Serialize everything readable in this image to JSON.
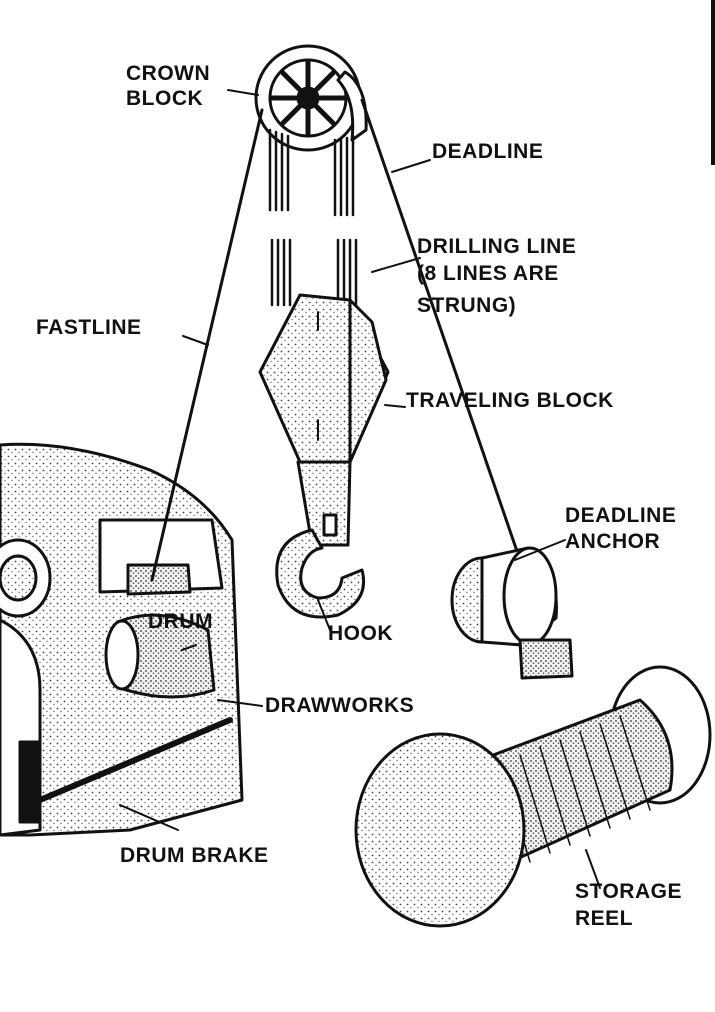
{
  "labels": {
    "crown_block": [
      "CROWN",
      "BLOCK"
    ],
    "deadline": "DEADLINE",
    "drilling_line": [
      "DRILLING LINE",
      "(8 LINES ARE",
      "STRUNG)"
    ],
    "fastline": "FASTLINE",
    "traveling_block": "TRAVELING BLOCK",
    "deadline_anchor": [
      "DEADLINE",
      "ANCHOR"
    ],
    "drum": "DRUM",
    "hook": "HOOK",
    "drawworks": "DRAWWORKS",
    "drum_brake": "DRUM BRAKE",
    "storage_reel": [
      "STORAGE",
      "REEL"
    ]
  },
  "colors": {
    "ink": "#111111",
    "paper": "#ffffff",
    "stipple": "#d9d9d9"
  }
}
